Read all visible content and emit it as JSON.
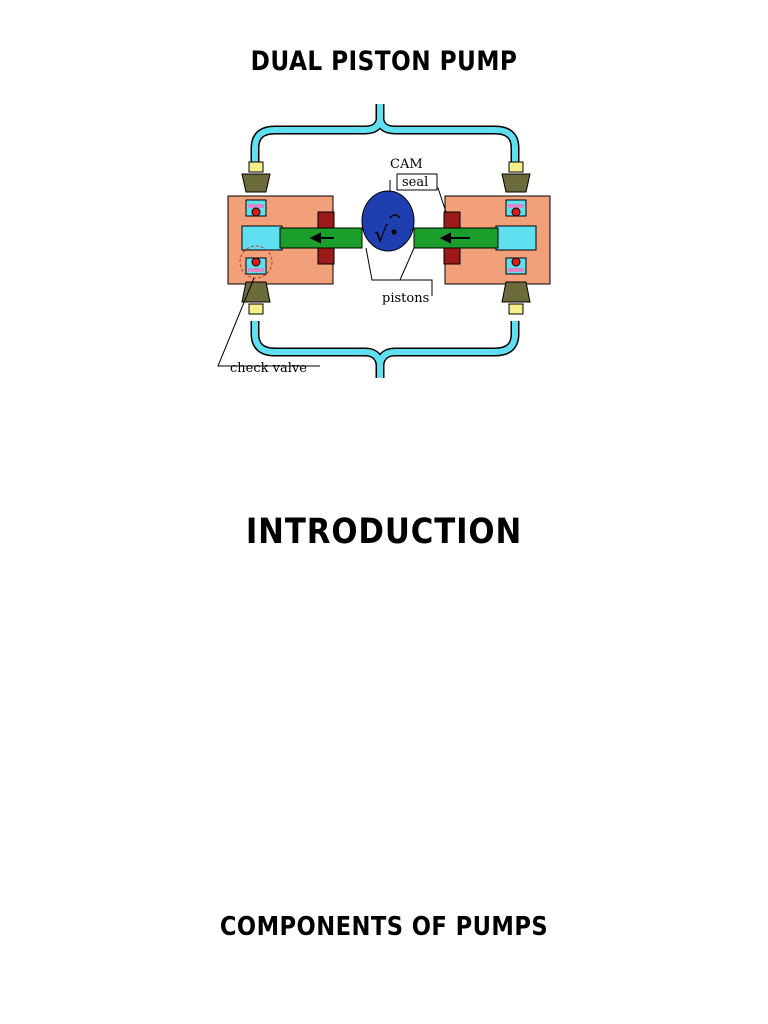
{
  "headings": {
    "dual_piston_pump": "DUAL PISTON PUMP",
    "introduction": "INTRODUCTION",
    "components": "COMPONENTS OF PUMPS"
  },
  "diagram": {
    "labels": {
      "cam": "CAM",
      "seal": "seal",
      "pistons": "pistons",
      "check_valve": "check valve"
    },
    "colors": {
      "tubing": "#5fe0f0",
      "pump_head": "#f2a07a",
      "piston": "#1b9e2c",
      "seal": "#9c1a1a",
      "cam": "#1f3fb0",
      "fitting": "#6b6b3c",
      "fitting_tip": "#f5ef8a",
      "check_ball": "#e01a1a"
    }
  }
}
